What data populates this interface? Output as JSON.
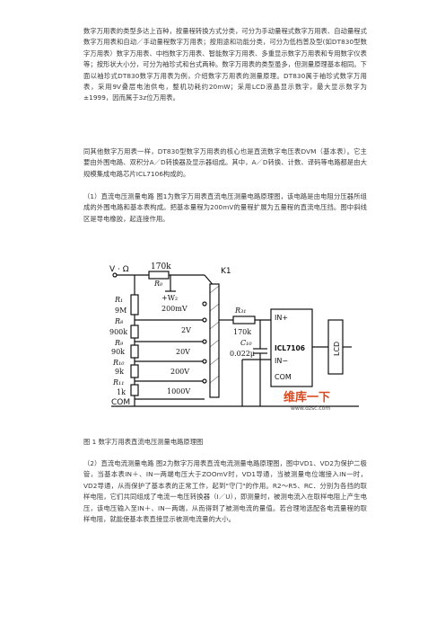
{
  "paragraphs": {
    "p1": "数字万用表的类型多达上百种，按量程转换方式分类，可分为手动量程式数字万用表、自动量程式数字万用表和自动／手动量程数字万用表；按用途和功能分类，可分为低档普及型(如DT830型数字万用表）数字万用表、中档数字万用表、智能数字万用表、多重显示数字万用表和专用数字仪表等；按形状大小分，可分为袖珍式和台式两种。数字万用表的类型虽多，但测量原理基本相同。下面以袖珍式DT830数字万用表为例，介绍数字万用表的测量原理。DT830属于袖珍式数字万用表，采用9V叠层电池供电，整机功耗约20mW；采用LCD液晶显示数字，最大显示数字为±1999，因而属于3z位万用表。",
    "p2": "同其他数字万用表一样，DT830型数字万用表的核心也是直流数字电压表DVM（基本表）。它主要由外围电路、双积分A／D转换器及显示器组成。其中，A／D转换、计数、译码等电路都是由大规模集成电路芯片ICL7106构成的。",
    "p3": "（1）直流电压测量电路 图1为数字万用表直流电压测量电路原理图，该电路是由电阻分压器所组成的外围电路和基本表构成。把基本量程为200mV的量程扩展为五量程的直流电压挡。图中斜线区是导电橡胶，起连接作用。",
    "caption": "图 1  数字万用表直流电压测量电路原理图",
    "p4": "（2）直流电流测量电路 图2为数字万用表直流电流测量电路原理图，图中VD1、VD2为保护二极管，当基本表IN＋、IN一两端电压大于ZOOmV时，VD1导通，当被测量电位端接入IN一时，VD2导通，从而保护了基本表的正常工作，起到\"守门\"的作用。R2～R5、RC．分别为各挡的取样电阻，它们共同组成了电流一电压转换器（I／U），即测量时，被测电流入在取样电阻上产生电压，该电压输入至IN＋、IN—两端，从而得到了被测电流的量值。若合理地选配各电流量程的取样电阻，就能使基本表直接显示被测电流量的大小。"
  },
  "circuit": {
    "input_label": "V · Ω",
    "r0_value": "170k",
    "r0_name": "R₀",
    "w2": "+W₂",
    "k1": "K1",
    "r1": "R₁",
    "r1_value": "9M",
    "r8": "R₈",
    "r8_value": "900k",
    "r9": "R₉",
    "r9_value": "90k",
    "r10": "R₁₀",
    "r10_value": "9k",
    "r11": "R₁₁",
    "r11_value": "1k",
    "range_200mv": "200mV",
    "range_2v": "2V",
    "range_20v": "20V",
    "range_200v": "200V",
    "range_1000v": "1000V",
    "com_label": "COM",
    "r31": "R₃₁",
    "r31_value": "170k",
    "c10": "C₁₀",
    "c10_value": "0.022μ",
    "in_plus": "IN+",
    "in_minus": "IN−",
    "com_chip": "COM",
    "chip": "ICL7106",
    "lcd": "LCD"
  },
  "watermark": {
    "brand": "维库一下",
    "url": "www.dzsc.com"
  }
}
